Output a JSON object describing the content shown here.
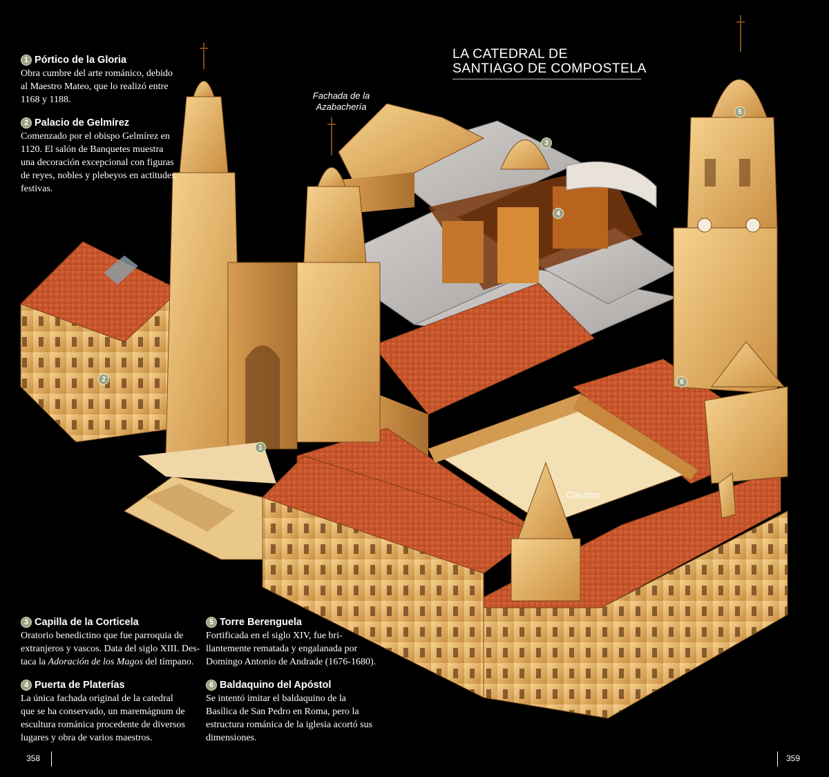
{
  "title": {
    "line1": "LA CATEDRAL DE",
    "line2": "SANTIAGO DE COMPOSTELA"
  },
  "entries": [
    {
      "num": "1",
      "heading": "Pórtico de la Gloria",
      "lines": [
        "Obra cumbre del arte románico, debido",
        "al Maestro Mateo, que lo realizó entre",
        "1168 y 1188."
      ]
    },
    {
      "num": "2",
      "heading": "Palacio de Gelmírez",
      "lines": [
        "Comenzado por el obispo Gelmírez en",
        "1120. El salón de Banquetes muestra",
        "una decoración excepcional con figuras",
        "de reyes, nobles y plebeyos en actitudes",
        "festivas."
      ]
    },
    {
      "num": "3",
      "heading": "Capilla de la Corticela",
      "lines": [
        "Oratorio benedictino que fue parroquia de",
        "extranjeros y vascos. Data del siglo XIII. Des-"
      ],
      "line3_pre": "taca la ",
      "line3_em": "Adoración de los Magos",
      "line3_post": " del tímpano."
    },
    {
      "num": "4",
      "heading": "Puerta de Platerías",
      "lines": [
        "La única fachada original de la catedral",
        "que se ha conservado, un maremágnum de",
        "escultura románica procedente de diversos",
        "lugares y obra de varios maestros."
      ]
    },
    {
      "num": "5",
      "heading": "Torre Berenguela",
      "lines": [
        "Fortificada en el siglo XIV, fue bri-",
        "llantemente rematada y engalanada por",
        "Domingo Antonio de Andrade (1676-1680)."
      ]
    },
    {
      "num": "6",
      "heading": "Baldaquino del Apóstol",
      "lines": [
        "Se intentó imitar el baldaquino de la",
        "Basílica de San Pedro en Roma, pero la",
        "estructura románica de la iglesia acortó sus",
        "dimensiones."
      ]
    }
  ],
  "callouts": {
    "azabacheria_1": "Fachada de la",
    "azabacheria_2": "Azabachería",
    "claustro": "Claustro"
  },
  "map_badges": [
    "1",
    "2",
    "3",
    "4",
    "5",
    "6"
  ],
  "pages": {
    "left": "358",
    "right": "359"
  },
  "colors": {
    "roof": "#c9502a",
    "stone": "#e8b565",
    "badge": "#9aa37f",
    "gray_roof": "#b9b6b4"
  }
}
